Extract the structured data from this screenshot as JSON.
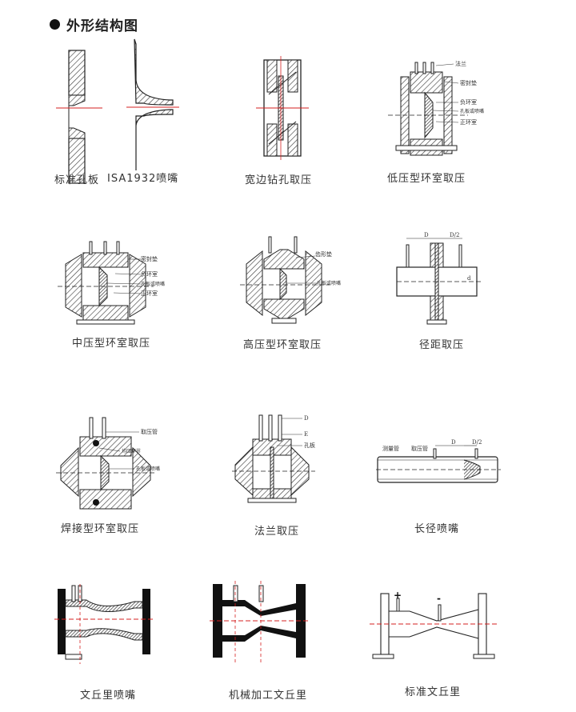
{
  "section": {
    "title": "外形结构图"
  },
  "figures": [
    {
      "id": "standard-orifice",
      "caption": "标准孔板"
    },
    {
      "id": "isa1932-nozzle",
      "caption": "ISA1932喷嘴"
    },
    {
      "id": "wide-edge-drill",
      "caption": "宽边钻孔取压"
    },
    {
      "id": "low-pressure-annular",
      "caption": "低压型环室取压",
      "labels": [
        "法兰",
        "密封垫",
        "负环室",
        "孔板或喷嘴",
        "正环室"
      ]
    },
    {
      "id": "medium-pressure-annular",
      "caption": "中压型环室取压",
      "labels": [
        "密封垫",
        "负环室",
        "孔板或喷嘴",
        "正环室"
      ]
    },
    {
      "id": "high-pressure-annular",
      "caption": "高压型环室取压",
      "labels": [
        "齿形垫",
        "孔板或喷嘴"
      ]
    },
    {
      "id": "radius-tap",
      "caption": "径距取压",
      "labels": [
        "D",
        "D/2",
        "d"
      ]
    },
    {
      "id": "welded-annular",
      "caption": "焊接型环室取压",
      "labels": [
        "取压管",
        "均压环节",
        "孔板或喷嘴"
      ]
    },
    {
      "id": "flange-tap",
      "caption": "法兰取压",
      "labels": [
        "D",
        "E",
        "孔板"
      ]
    },
    {
      "id": "long-radius-nozzle",
      "caption": "长径喷嘴",
      "labels": [
        "测量管",
        "取压管",
        "D",
        "D/2"
      ]
    },
    {
      "id": "venturi-nozzle",
      "caption": "文丘里喷嘴"
    },
    {
      "id": "machined-venturi",
      "caption": "机械加工文丘里"
    },
    {
      "id": "standard-venturi",
      "caption": "标准文丘里",
      "labels": [
        "+",
        "-"
      ]
    }
  ],
  "colors": {
    "line": "#222222",
    "hatch": "#444444",
    "center": "#d42020",
    "fill": "#111111",
    "caption": "#333333"
  }
}
